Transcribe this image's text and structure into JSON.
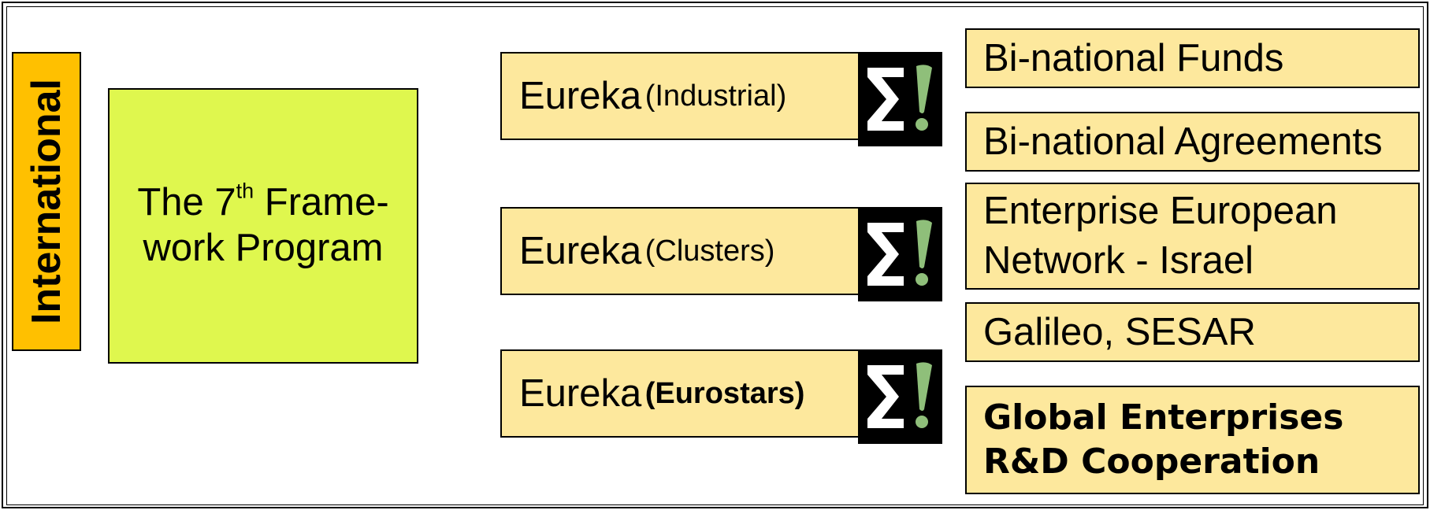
{
  "international": {
    "label": "International"
  },
  "framework": {
    "line1_prefix": "The 7",
    "line1_sup": "th",
    "line1_suffix": " Frame-",
    "line2": "work Program"
  },
  "eureka_items": [
    {
      "main": "Eureka",
      "sub": "(Industrial)",
      "logo_icon": "eureka-sigma-logo"
    },
    {
      "main": "Eureka",
      "sub": "(Clusters)",
      "logo_icon": "eureka-sigma-logo"
    },
    {
      "main": "Eureka",
      "sub": "(Eurostars)",
      "logo_icon": "eureka-sigma-logo"
    }
  ],
  "right_items": [
    {
      "line1": "Bi-national Funds"
    },
    {
      "line1": "Bi-national Agreements"
    },
    {
      "line1": "Enterprise European",
      "line2": "Network - Israel"
    },
    {
      "line1": "Galileo, SESAR"
    },
    {
      "line1": "Global Enterprises",
      "line2": "R&D Cooperation"
    }
  ],
  "colors": {
    "international_fill": "#ffc000",
    "framework_fill": "#dff74e",
    "box_fill": "#fde89d",
    "logo_background": "#000000",
    "logo_exclamation": "#8fbf7a"
  }
}
